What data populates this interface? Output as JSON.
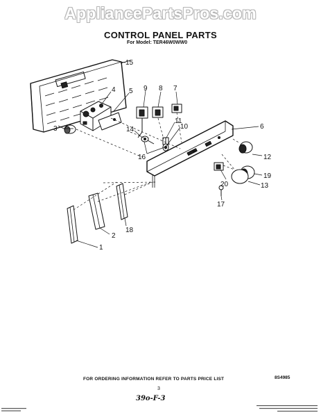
{
  "watermark": "AppliancePartsPros.com",
  "header": {
    "title": "CONTROL PANEL PARTS",
    "model": "For Model: TER46W0WW0"
  },
  "callouts": [
    "15",
    "4",
    "5",
    "9",
    "8",
    "7",
    "3",
    "14",
    "11",
    "10",
    "16",
    "6",
    "12",
    "19",
    "13",
    "20",
    "17",
    "18",
    "2",
    "1"
  ],
  "footer": {
    "ordering_note": "FOR ORDERING INFORMATION REFER TO PARTS PRICE LIST",
    "page_number": "3",
    "doc_number": "8S4985",
    "handwritten_code": "39o-F-3"
  }
}
